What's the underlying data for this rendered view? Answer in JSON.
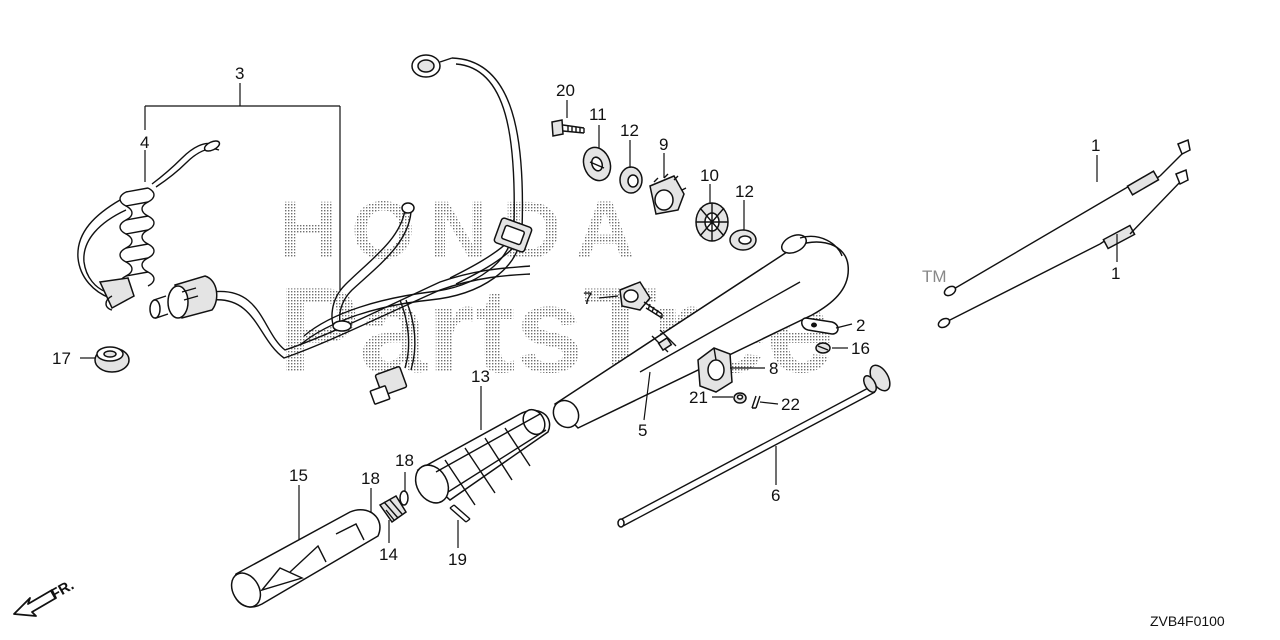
{
  "watermark": {
    "line1": "HONDA",
    "line2": "PartsTree",
    "tm": "TM"
  },
  "diagram_code": "ZVB4F0100",
  "front_marker": "FR.",
  "callouts": [
    {
      "id": "c1a",
      "label": "1"
    },
    {
      "id": "c1b",
      "label": "1"
    },
    {
      "id": "c2",
      "label": "2"
    },
    {
      "id": "c3",
      "label": "3"
    },
    {
      "id": "c4",
      "label": "4"
    },
    {
      "id": "c5",
      "label": "5"
    },
    {
      "id": "c6",
      "label": "6"
    },
    {
      "id": "c7",
      "label": "7"
    },
    {
      "id": "c8",
      "label": "8"
    },
    {
      "id": "c9",
      "label": "9"
    },
    {
      "id": "c10",
      "label": "10"
    },
    {
      "id": "c11",
      "label": "11"
    },
    {
      "id": "c12a",
      "label": "12"
    },
    {
      "id": "c12b",
      "label": "12"
    },
    {
      "id": "c13",
      "label": "13"
    },
    {
      "id": "c14",
      "label": "14"
    },
    {
      "id": "c15",
      "label": "15"
    },
    {
      "id": "c16",
      "label": "16"
    },
    {
      "id": "c17",
      "label": "17"
    },
    {
      "id": "c18a",
      "label": "18"
    },
    {
      "id": "c18b",
      "label": "18"
    },
    {
      "id": "c19",
      "label": "19"
    },
    {
      "id": "c20",
      "label": "20"
    },
    {
      "id": "c21",
      "label": "21"
    },
    {
      "id": "c22",
      "label": "22"
    }
  ]
}
